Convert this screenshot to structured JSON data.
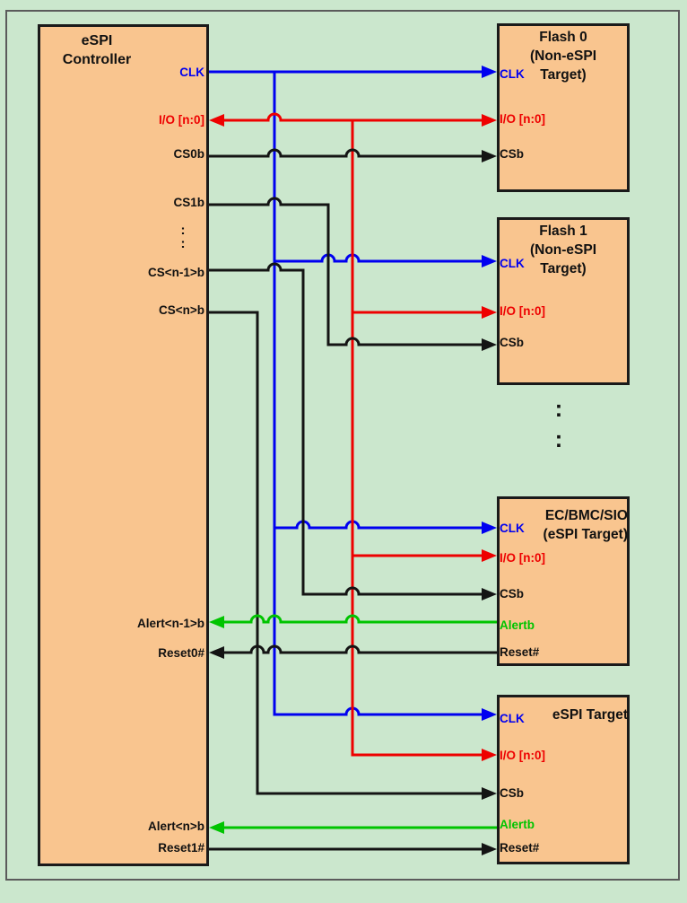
{
  "diagram": {
    "description_title": "eSPI bus topology diagram",
    "gap_ellipsis": ":",
    "colors": {
      "background": "#cbe7cd",
      "frame_border": "#5b5b5b",
      "box_fill": "#f9c58f",
      "box_border": "#1a1a1a",
      "wire_clk": "#0000f0",
      "wire_io": "#ee0000",
      "wire_cs_reset": "#141414",
      "wire_alert": "#00c400"
    }
  },
  "controller": {
    "title_lines": [
      "eSPI",
      "Controller"
    ],
    "ellipsis": ":",
    "pins": {
      "clk": "CLK",
      "io": "I/O [n:0]",
      "cs0": "CS0b",
      "cs1": "CS1b",
      "cs_n_minus_1": "CS<n-1>b",
      "cs_n": "CS<n>b",
      "alert_n_minus_1": "Alert<n-1>b",
      "reset0": "Reset0#",
      "alert_n": "Alert<n>b",
      "reset1": "Reset1#"
    }
  },
  "targets": {
    "flash0": {
      "title_lines": [
        "Flash 0",
        "(Non-eSPI",
        "Target)"
      ],
      "pins": {
        "clk": "CLK",
        "io": "I/O [n:0]",
        "cs": "CSb"
      }
    },
    "flash1": {
      "title_lines": [
        "Flash 1",
        "(Non-eSPI",
        "Target)"
      ],
      "pins": {
        "clk": "CLK",
        "io": "I/O [n:0]",
        "cs": "CSb"
      }
    },
    "ec_bmc_sio": {
      "title_lines": [
        "EC/BMC/SIO",
        "(eSPI Target)"
      ],
      "pins": {
        "clk": "CLK",
        "io": "I/O [n:0]",
        "cs": "CSb",
        "alert": "Alertb",
        "reset": "Reset#"
      }
    },
    "espi_target": {
      "title_lines": [
        "eSPI Target"
      ],
      "pins": {
        "clk": "CLK",
        "io": "I/O [n:0]",
        "cs": "CSb",
        "alert": "Alertb",
        "reset": "Reset#"
      }
    }
  }
}
